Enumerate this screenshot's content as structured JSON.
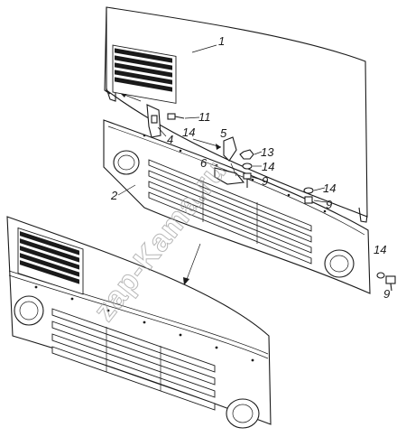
{
  "callouts": {
    "c1": "1",
    "c2": "2",
    "c4": "4",
    "c5": "5",
    "c6": "6",
    "c9a": "9",
    "c9b": "9",
    "c9c": "9",
    "c11": "11",
    "c13": "13",
    "c14a": "14",
    "c14b": "14",
    "c14c": "14",
    "c14d": "14"
  },
  "watermark": "zap-Kama.ru"
}
